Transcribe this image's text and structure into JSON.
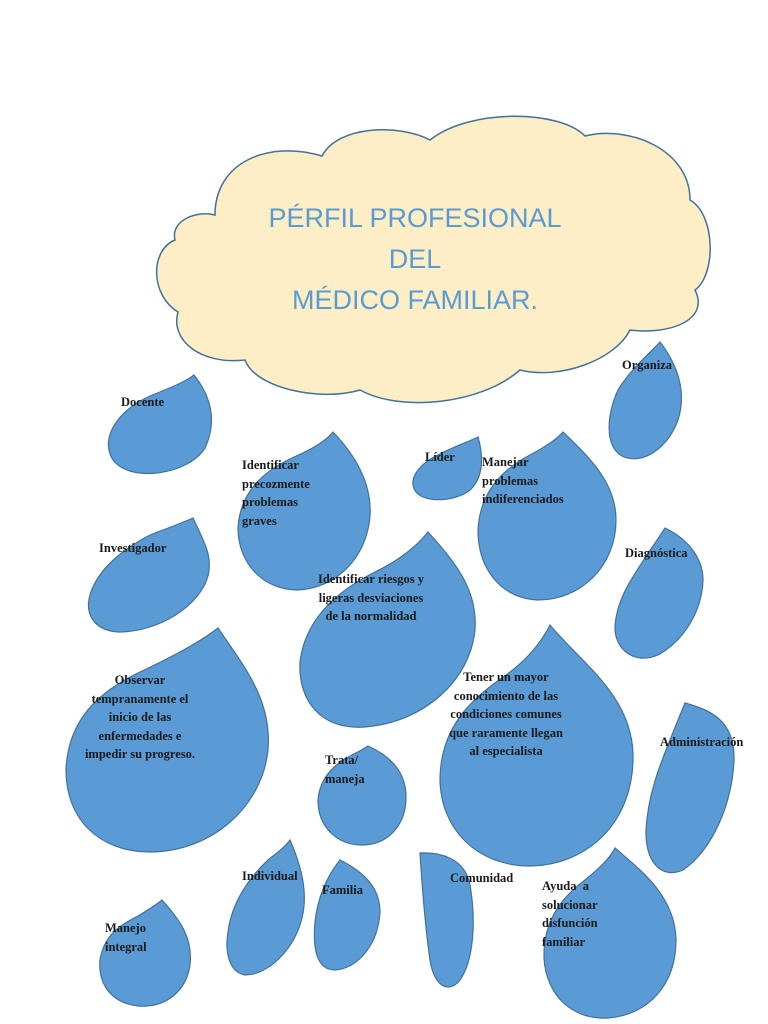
{
  "title": {
    "lines": [
      "PÉRFIL PROFESIONAL",
      "DEL",
      "MÉDICO FAMILIAR."
    ]
  },
  "drops": {
    "docente": "Docente",
    "organiza": "Organiza",
    "lider": "Líder",
    "identificar_precozmente": "Identificar\nprecozmente\nproblemas\ngraves",
    "manejar_problemas": "Manejar\nproblemas\nindiferenciados",
    "investigador": "Investigador",
    "diagnostica": "Diagnóstica",
    "identificar_riesgos": "Identificar riesgos y\nligeras desviaciones\nde la normalidad",
    "observar": "Observar\ntempranamente el\ninicio de las\nenfermedades e\nimpedir su progreso.",
    "tener_conocimiento": "Tener un mayor\nconocimiento de las\ncondiciones comunes\nque raramente llegan\nal especialista",
    "administracion": "Administración",
    "trata_maneja": "Trata/\nmaneja",
    "individual": "Individual",
    "familia": "Familia",
    "comunidad": "Comunidad",
    "ayuda": "Ayuda  a\nsolucionar\ndisfunción\nfamiliar",
    "manejo_integral": "Manejo\nintegral"
  },
  "colors": {
    "cloud_fill": "#fdeec5",
    "drop_fill": "#5b9bd5",
    "outline": "#41719c",
    "title": "#5b9bd5"
  }
}
